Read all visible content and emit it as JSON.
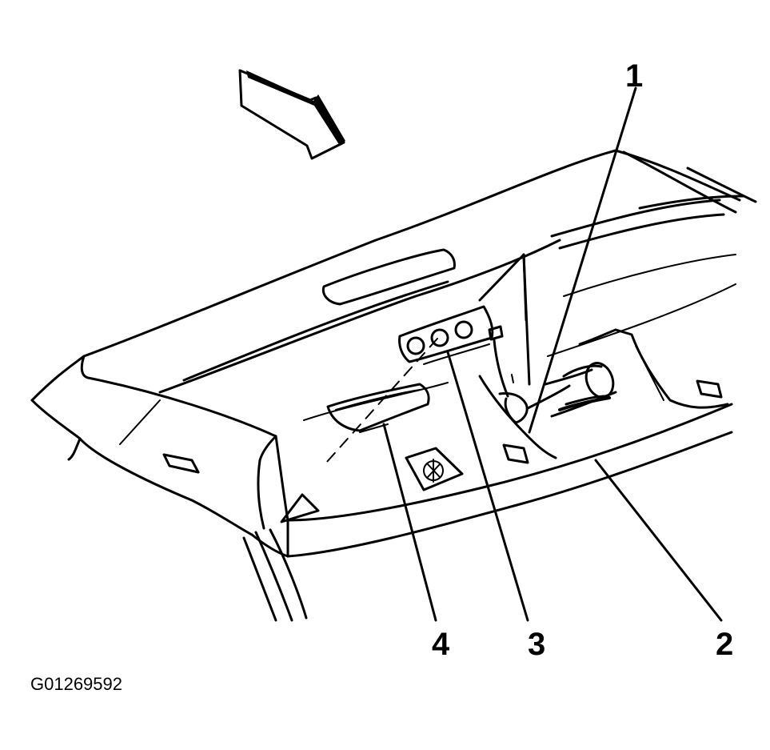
{
  "callouts": [
    {
      "id": "1",
      "label": "1"
    },
    {
      "id": "2",
      "label": "2"
    },
    {
      "id": "3",
      "label": "3"
    },
    {
      "id": "4",
      "label": "4"
    }
  ],
  "figure_id": "G01269592",
  "colors": {
    "line": "#000000",
    "background": "#ffffff"
  }
}
